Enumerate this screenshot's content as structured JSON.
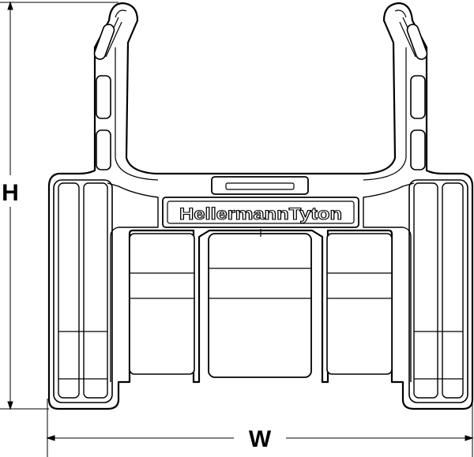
{
  "dimensions": {
    "height_label": "H",
    "width_label": "W"
  },
  "part": {
    "brand_text": "HellermannTyton"
  },
  "colors": {
    "line": "#000000",
    "background": "#ffffff",
    "fill": "#ffffff"
  }
}
